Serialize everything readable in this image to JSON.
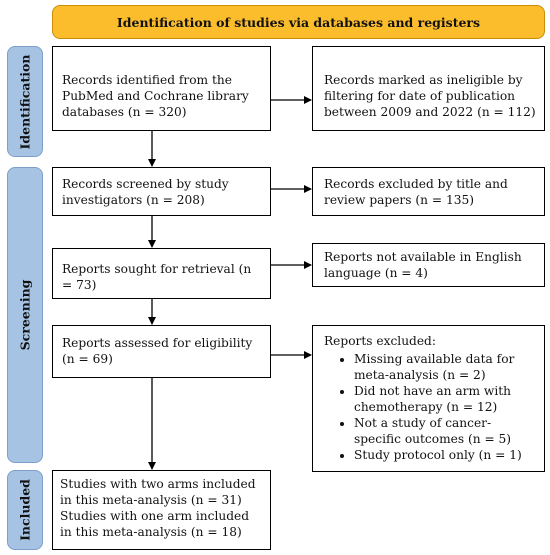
{
  "header": {
    "title": "Identification of studies via databases and registers"
  },
  "phases": {
    "identification": "Identification",
    "screening": "Screening",
    "included": "Included"
  },
  "boxes": {
    "records_identified": "Records identified from the PubMed and Cochrane library databases (n = 320)",
    "records_ineligible": "Records marked as ineligible by filtering for date of publication between 2009 and 2022 (n = 112)",
    "records_screened": "Records screened by study investigators (n = 208)",
    "records_excluded": "Records excluded by title and review papers (n = 135)",
    "reports_sought": "Reports sought for retrieval (n = 73)",
    "reports_not_available": "Reports not available in English language (n = 4)",
    "reports_assessed": "Reports assessed for eligibility (n = 69)",
    "reports_excluded": {
      "title": "Reports excluded:",
      "items": [
        "Missing available data for meta-analysis (n = 2)",
        "Did not have an arm with chemotherapy (n = 12)",
        "Not a study of cancer-specific outcomes (n = 5)",
        "Study protocol only (n = 1)"
      ]
    },
    "included_two_arms": "Studies with two arms included in this meta-analysis (n = 31)",
    "included_one_arm": "Studies with one arm included in this meta-analysis (n = 18)"
  }
}
